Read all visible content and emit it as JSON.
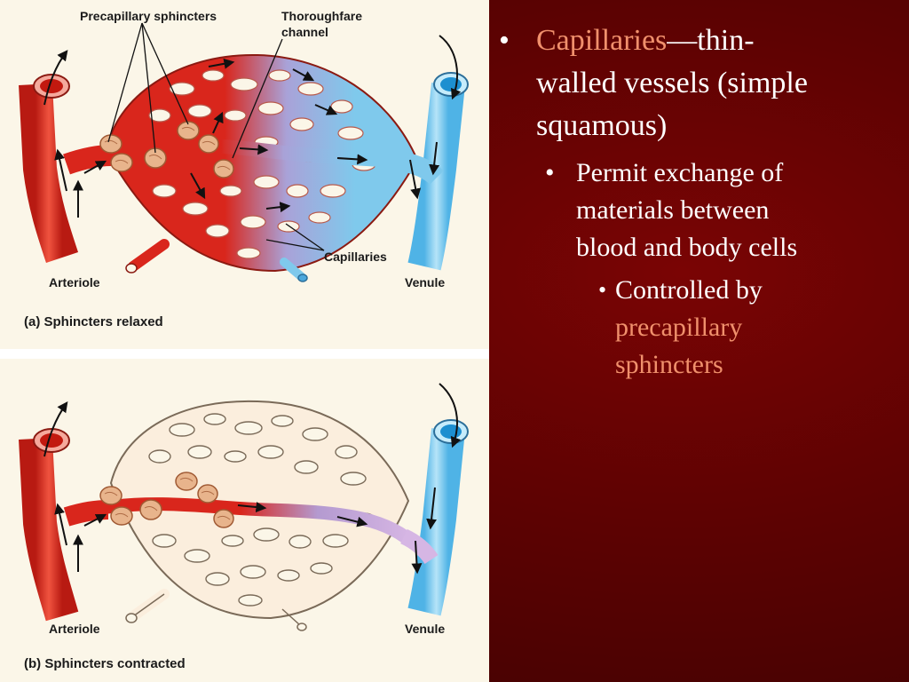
{
  "figure": {
    "panel_a": {
      "label_precapillary": "Precapillary sphincters",
      "label_thoroughfare_1": "Thoroughfare",
      "label_thoroughfare_2": "channel",
      "label_capillaries": "Capillaries",
      "label_arteriole": "Arteriole",
      "label_venule": "Venule",
      "caption": "(a) Sphincters relaxed"
    },
    "panel_b": {
      "label_arteriole": "Arteriole",
      "label_venule": "Venule",
      "caption": "(b) Sphincters contracted"
    }
  },
  "bullets": {
    "b1_dot": "•",
    "b1_term": "Capillaries",
    "b1_rest_1": "—thin-",
    "b1_rest_2": "walled vessels (simple",
    "b1_rest_3": "squamous)",
    "b2_dot": "•",
    "b2_line_1": "Permit exchange of",
    "b2_line_2": "materials between",
    "b2_line_3": "blood and body cells",
    "b3_dot": "•",
    "b3_line_1": "Controlled by",
    "b3_term_1": "precapillary",
    "b3_term_2": "sphincters"
  },
  "colors": {
    "slide_background": "#5c0202",
    "figure_background": "#fbf6e8",
    "arterial_red": "#d9261c",
    "venous_blue": "#7fc9ec",
    "sphincter_tan": "#e8b48c",
    "term_accent": "#f0906c",
    "body_text": "#ffffff"
  }
}
